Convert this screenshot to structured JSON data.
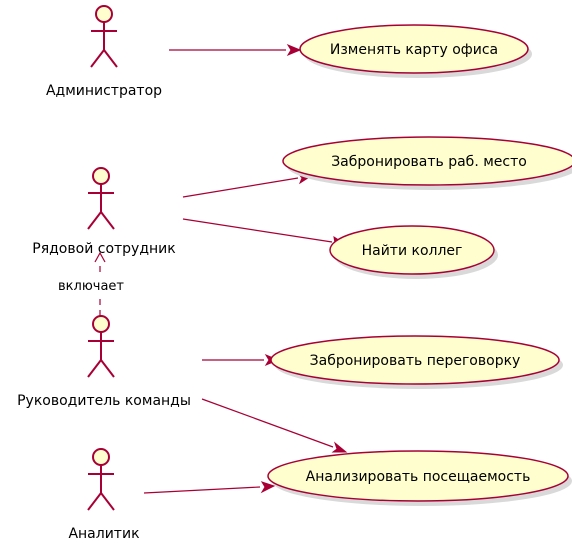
{
  "colors": {
    "stroke": "#a80036",
    "fill": "#fefece",
    "shadow": "#d9d9d9",
    "text": "#000000"
  },
  "actors": [
    {
      "id": "admin",
      "label": "Администратор"
    },
    {
      "id": "employee",
      "label": "Рядовой сотрудник"
    },
    {
      "id": "lead",
      "label": "Руководитель команды"
    },
    {
      "id": "analyst",
      "label": "Аналитик"
    }
  ],
  "use_cases": [
    {
      "id": "edit_map",
      "label": "Изменять карту офиса"
    },
    {
      "id": "book_desk",
      "label": "Забронировать раб. место"
    },
    {
      "id": "find_colleagues",
      "label": "Найти коллег"
    },
    {
      "id": "book_room",
      "label": "Забронировать переговорку"
    },
    {
      "id": "analyze",
      "label": "Анализировать посещаемость"
    }
  ],
  "relations": [
    {
      "from": "admin",
      "to": "edit_map",
      "style": "solid"
    },
    {
      "from": "employee",
      "to": "book_desk",
      "style": "solid"
    },
    {
      "from": "employee",
      "to": "find_colleagues",
      "style": "solid"
    },
    {
      "from": "lead",
      "to": "employee",
      "style": "dashed",
      "label": "включает"
    },
    {
      "from": "lead",
      "to": "book_room",
      "style": "solid"
    },
    {
      "from": "lead",
      "to": "analyze",
      "style": "solid"
    },
    {
      "from": "analyst",
      "to": "analyze",
      "style": "solid"
    }
  ]
}
